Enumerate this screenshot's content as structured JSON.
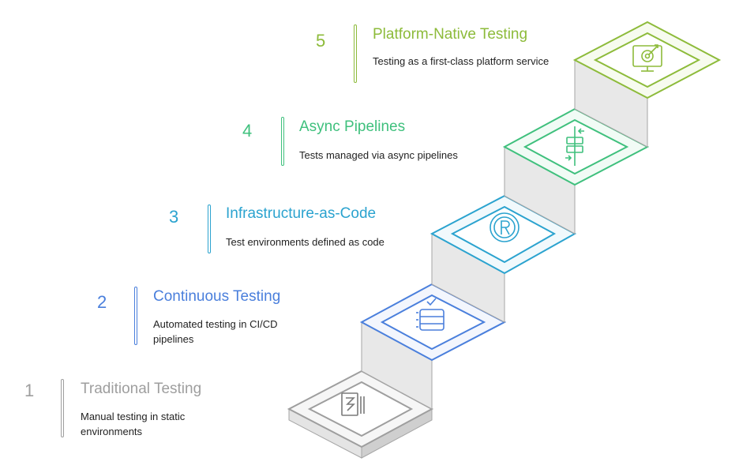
{
  "steps": [
    {
      "number": "1",
      "title": "Traditional Testing",
      "description": "Manual testing in static environments",
      "color": "#9e9e9e",
      "icon": "document-icon"
    },
    {
      "number": "2",
      "title": "Continuous Testing",
      "description": "Automated testing in CI/CD pipelines",
      "color": "#4a7fdc",
      "icon": "server-check-icon"
    },
    {
      "number": "3",
      "title": "Infrastructure-as-Code",
      "description": "Test environments defined as code",
      "color": "#2ba3cf",
      "icon": "gear-r-icon"
    },
    {
      "number": "4",
      "title": "Async Pipelines",
      "description": "Tests managed via async pipelines",
      "color": "#3fc07d",
      "icon": "align-arrows-icon"
    },
    {
      "number": "5",
      "title": "Platform-Native Testing",
      "description": "Testing as a first-class platform service",
      "color": "#8dbb3a",
      "icon": "monitor-target-icon"
    }
  ]
}
